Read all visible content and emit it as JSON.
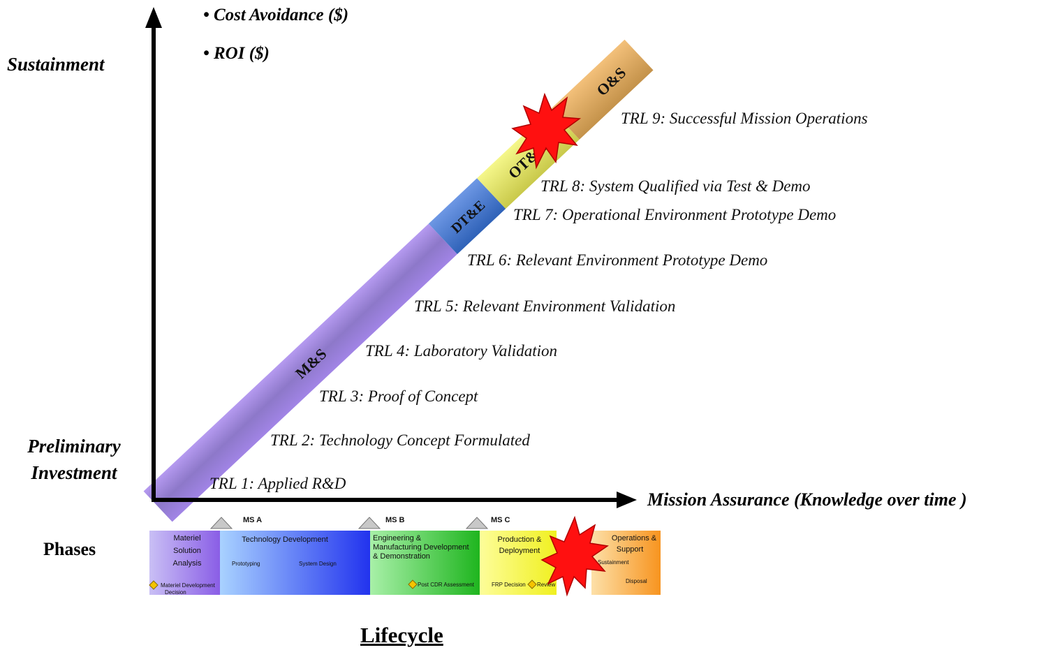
{
  "labels": {
    "cost_avoidance": "• Cost Avoidance ($)",
    "roi": "• ROI ($)",
    "sustainment": "Sustainment",
    "prelim_line1": "Preliminary",
    "prelim_line2": "Investment",
    "mission_assurance": "Mission Assurance (Knowledge over time )",
    "phases": "Phases",
    "lifecycle": "Lifecycle"
  },
  "band_segments": {
    "ms": "M&S",
    "dte": "DT&E",
    "ote": "OT&E",
    "os": "O&S"
  },
  "trl": [
    "TRL 1: Applied R&D",
    "TRL 2: Technology Concept Formulated",
    "TRL 3: Proof of Concept",
    "TRL 4: Laboratory Validation",
    "TRL 5: Relevant Environment Validation",
    "TRL 6: Relevant Environment Prototype Demo",
    "TRL 7: Operational Environment Prototype Demo",
    "TRL 8: System Qualified via Test & Demo",
    "TRL 9: Successful Mission Operations"
  ],
  "milestones": [
    "MS A",
    "MS B",
    "MS C"
  ],
  "phase_boxes": {
    "msa": {
      "line1": "Materiel",
      "line2": "Solution",
      "line3": "Analysis",
      "note": "Materiel Development",
      "note2": "Decision"
    },
    "td": {
      "title": "Technology Development",
      "sub1": "Prototyping",
      "sub2": "System Design"
    },
    "emd": {
      "line1": "Engineering &",
      "line2": "Manufacturing Development",
      "line3": "& Demonstration",
      "note": "Post CDR Assessment"
    },
    "pd": {
      "line1": "Production &",
      "line2": "Deployment",
      "note1": "FRP Decision",
      "note2": "Review"
    },
    "os": {
      "line1": "Operations &",
      "line2": "Support",
      "sub1": "Sustainment",
      "sub2": "Disposal"
    }
  },
  "colors": {
    "axis": "#000000",
    "ms_band": "#9a7fd6",
    "dte_band": "#4a7fd4",
    "ote_band": "#e8ec5a",
    "os_band": "#e8a24a",
    "burst": "#ff0000",
    "milestone_diamond": "#f5c400"
  }
}
